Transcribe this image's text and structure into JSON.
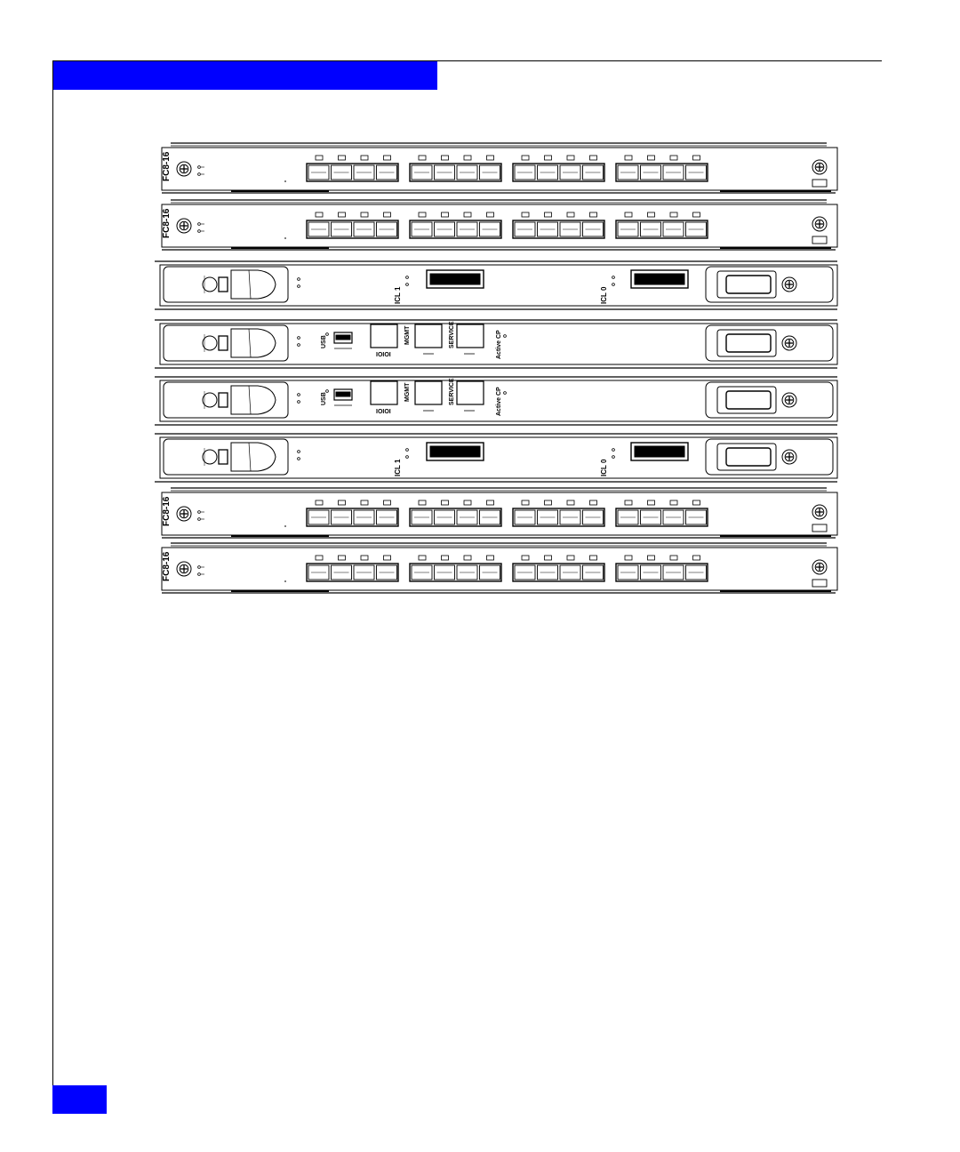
{
  "colors": {
    "accent": "#0000ff",
    "line": "#000000",
    "background": "#ffffff"
  },
  "chassis": {
    "blades": [
      {
        "type": "port",
        "name": "FC8-16"
      },
      {
        "type": "port",
        "name": "FC8-16"
      },
      {
        "type": "cr",
        "ports": [
          {
            "label": "ICL 1"
          },
          {
            "label": "ICL 0"
          }
        ]
      },
      {
        "type": "cp",
        "usb": "USB",
        "ioioi": "IOIOI",
        "mgmt": "MGMT",
        "service": "SERVICE",
        "active": "Active CP"
      },
      {
        "type": "cp",
        "usb": "USB",
        "ioioi": "IOIOI",
        "mgmt": "MGMT",
        "service": "SERVICE",
        "active": "Active CP"
      },
      {
        "type": "cr",
        "ports": [
          {
            "label": "ICL 1"
          },
          {
            "label": "ICL 0"
          }
        ]
      },
      {
        "type": "port",
        "name": "FC8-16"
      },
      {
        "type": "port",
        "name": "FC8-16"
      }
    ]
  }
}
